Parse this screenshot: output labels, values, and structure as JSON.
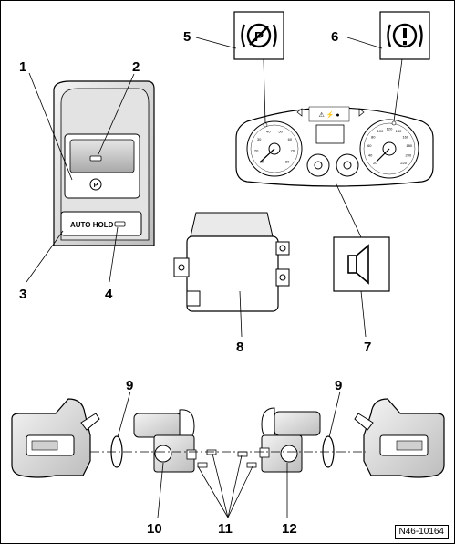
{
  "figure_id": "N46-10164",
  "button_label": "AUTO HOLD",
  "callouts": {
    "c1": "1",
    "c2": "2",
    "c3": "3",
    "c4": "4",
    "c5": "5",
    "c6": "6",
    "c7": "7",
    "c8": "8",
    "c9_left": "9",
    "c9_right": "9",
    "c10": "10",
    "c11": "11",
    "c12": "12"
  },
  "warning_icons": [
    "parking-brake-off-icon",
    "brake-warning-icon",
    "speaker-icon"
  ],
  "cluster_ticks": {
    "left": [
      "10",
      "20",
      "30",
      "40",
      "50",
      "60",
      "70",
      "80"
    ],
    "right": [
      "20",
      "40",
      "60",
      "80",
      "100",
      "120",
      "140",
      "160",
      "180",
      "200",
      "220"
    ]
  },
  "colors": {
    "line": "#000000",
    "fill": "#ffffff",
    "shade": "#d9d9d9",
    "light": "#ededed"
  }
}
